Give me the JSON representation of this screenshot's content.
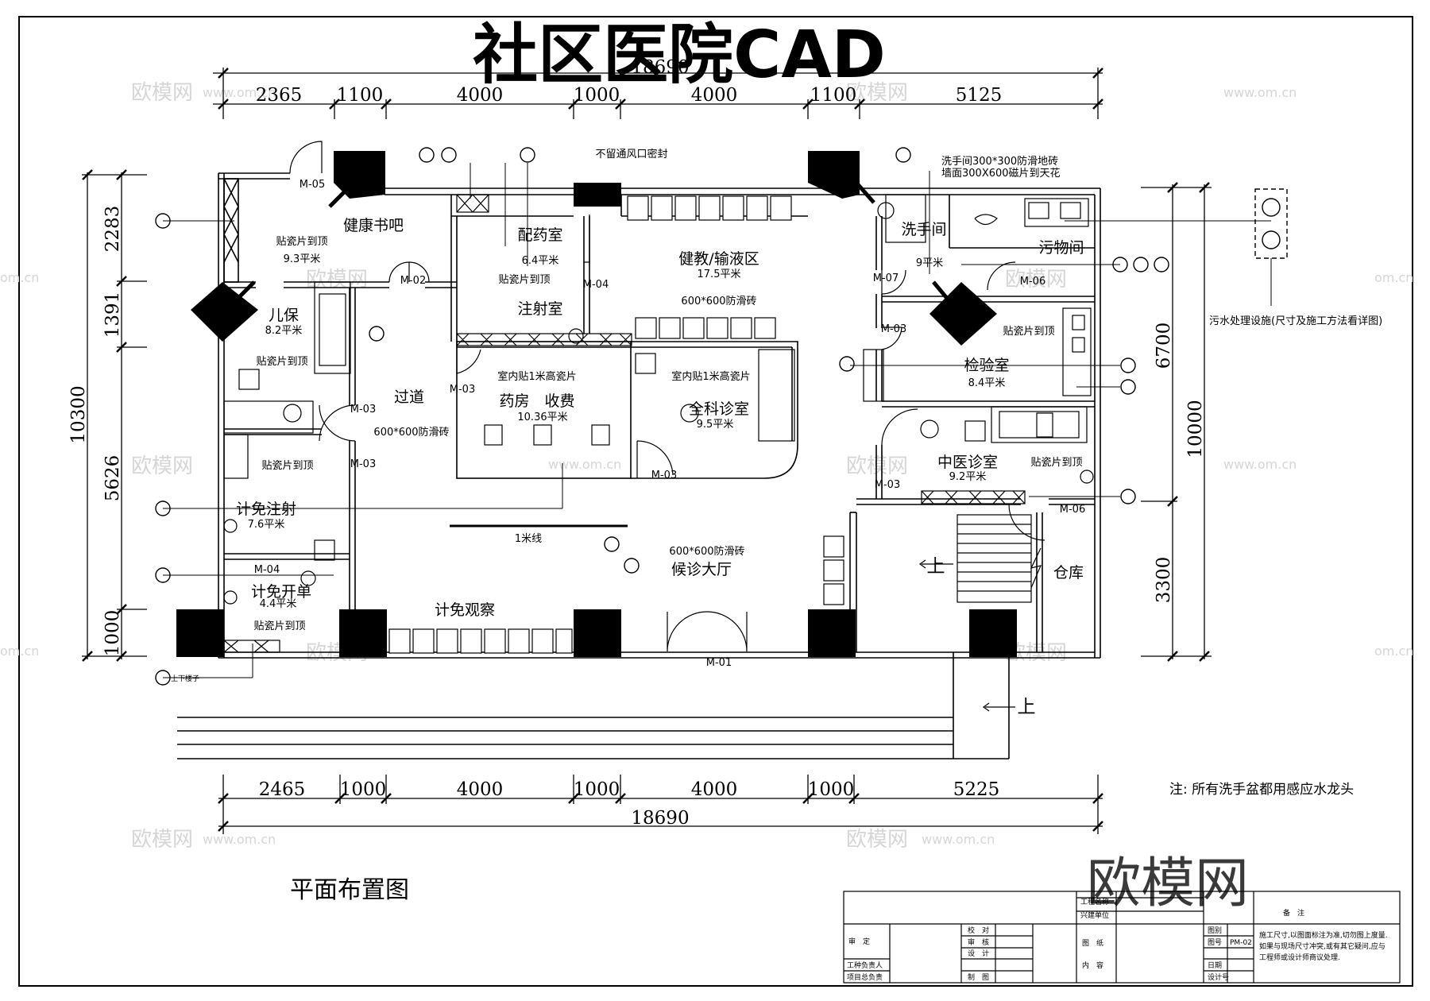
{
  "title": "社区医院CAD",
  "watermark": {
    "brand": "欧模网",
    "url": "www.om.cn",
    "url_short": "om.cn"
  },
  "overall_dim": "18690",
  "top_dims": [
    "2365",
    "1100",
    "4000",
    "1000",
    "4000",
    "1100",
    "5125"
  ],
  "bottom_dims": [
    "2465",
    "1000",
    "4000",
    "1000",
    "4000",
    "1000",
    "5225"
  ],
  "left_total": "10300",
  "left_dims": [
    "2283",
    "1391",
    "5626",
    "1000"
  ],
  "right_dims": [
    "6700",
    "10000",
    "3300"
  ],
  "rooms": {
    "health_bar": "健康书吧",
    "pharmacy_prep": "配药室",
    "pharmacy_prep_area": "6.4平米",
    "injection": "注射室",
    "infusion": "健教/输液区",
    "infusion_area": "17.5平米",
    "handwash": "洗手间",
    "handwash_area": "9平米",
    "dirty": "污物间",
    "child": "儿保",
    "child_area": "8.2平米",
    "corridor": "过道",
    "pharmacy": "药房　收费",
    "pharmacy_area": "10.36平米",
    "general": "全科诊室",
    "general_area": "9.5平米",
    "lab": "检验室",
    "lab_area": "8.4平米",
    "tcm": "中医诊室",
    "tcm_area": "9.2平米",
    "fp_injection": "计免注射",
    "fp_injection_area": "7.6平米",
    "fp_vaccine": "计免开单",
    "fp_vaccine_area": "4.4平米",
    "observation": "计免观察",
    "hall": "候诊大厅",
    "storage": "仓库",
    "health_bar_area": "9.3平米"
  },
  "notes": {
    "tile_top": "贴瓷片到顶",
    "tile_1m": "室内贴1米高瓷片",
    "floor_tile": "600*600防滑砖",
    "vent": "不留通风口密封",
    "wash_floor": "洗手间300*300防滑地砖",
    "wash_wall": "墙面300X600磁片到天花",
    "sewage": "污水处理设施(尺寸及施工方法看详图)",
    "one_meter": "1米线",
    "up": "上",
    "stair_note": "上下楼子",
    "faucet_note": "注: 所有洗手盆都用感应水龙头",
    "drawing_name": "平面布置图"
  },
  "doors": [
    "M-05",
    "M-02",
    "M-04",
    "M-07",
    "M-06",
    "M-03",
    "M-01"
  ],
  "title_block": {
    "project_name": "工程名称",
    "client": "兴建单位",
    "approve": "审　定",
    "check": "校　对",
    "review": "审　核",
    "design": "设　计",
    "draw": "制　图",
    "engineer": "工种负责人",
    "pm": "项目总负责",
    "drawing": "图　纸",
    "content": "内　容",
    "sheet_type": "图别",
    "sheet_no": "图号",
    "date": "日期",
    "number": "设计号",
    "sheet_code": "PM-02",
    "remark": "备　注",
    "remark_text": [
      "施工尺寸,以图面标注为准,切勿图上度量.",
      "如果与现场尺寸冲突,或有其它疑问,应与",
      "工程师或设计师商议处理."
    ]
  }
}
